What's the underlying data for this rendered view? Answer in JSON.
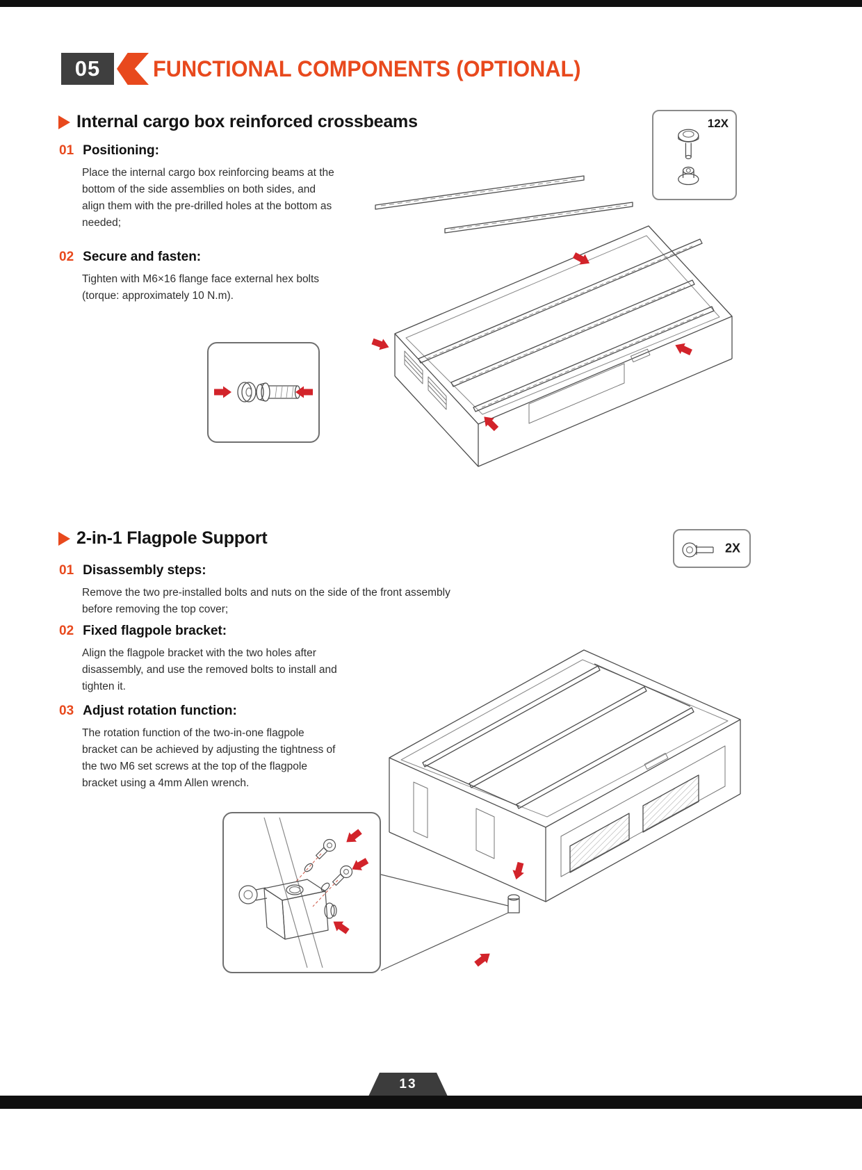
{
  "colors": {
    "accent_orange": "#E8491D",
    "arrow_red": "#D2232A",
    "header_box_gray": "#3F3F3F",
    "line_art_gray": "#4D4D4D"
  },
  "header": {
    "section_number": "05",
    "title": "FUNCTIONAL COMPONENTS (OPTIONAL)"
  },
  "section1": {
    "title": "Internal cargo box reinforced crossbeams",
    "qty": "12X",
    "steps": [
      {
        "num": "01",
        "title": "Positioning:",
        "body": "Place the internal cargo box reinforcing beams at the bottom of the side assemblies on both sides, and align them with the pre-drilled holes at the bottom as needed;"
      },
      {
        "num": "02",
        "title": "Secure and fasten:",
        "body": "Tighten with M6×16 flange face external hex bolts (torque: approximately 10 N.m)."
      }
    ]
  },
  "section2": {
    "title": "2-in-1 Flagpole Support",
    "qty": "2X",
    "steps": [
      {
        "num": "01",
        "title": "Disassembly steps:",
        "body": "Remove the two pre-installed bolts and nuts on the side of the front assembly before removing the top cover;"
      },
      {
        "num": "02",
        "title": "Fixed flagpole bracket:",
        "body": "Align the flagpole bracket with the two holes after disassembly, and use the removed bolts to install and tighten it."
      },
      {
        "num": "03",
        "title": "Adjust rotation function:",
        "body": "The rotation function of the two-in-one flagpole bracket can be achieved by adjusting the tightness of the two M6 set screws at the top of the flagpole bracket using a 4mm Allen wrench."
      }
    ]
  },
  "footer": {
    "page_number": "13"
  },
  "icons": {
    "section_bullet": "orange-right-arrowhead",
    "red_arrows": "assembly-direction-arrow",
    "bolt_12x": "m6x16-flange-hex-bolt-and-nut",
    "bolt_2x": "socket-head-bolt",
    "illustration_1": "cargo-box-crossbeams-isometric-drawing",
    "illustration_2": "bolt-washer-detail-drawing",
    "illustration_3": "flagpole-bracket-exploded-detail-drawing",
    "illustration_4": "cap-isometric-bracket-location-drawing"
  }
}
